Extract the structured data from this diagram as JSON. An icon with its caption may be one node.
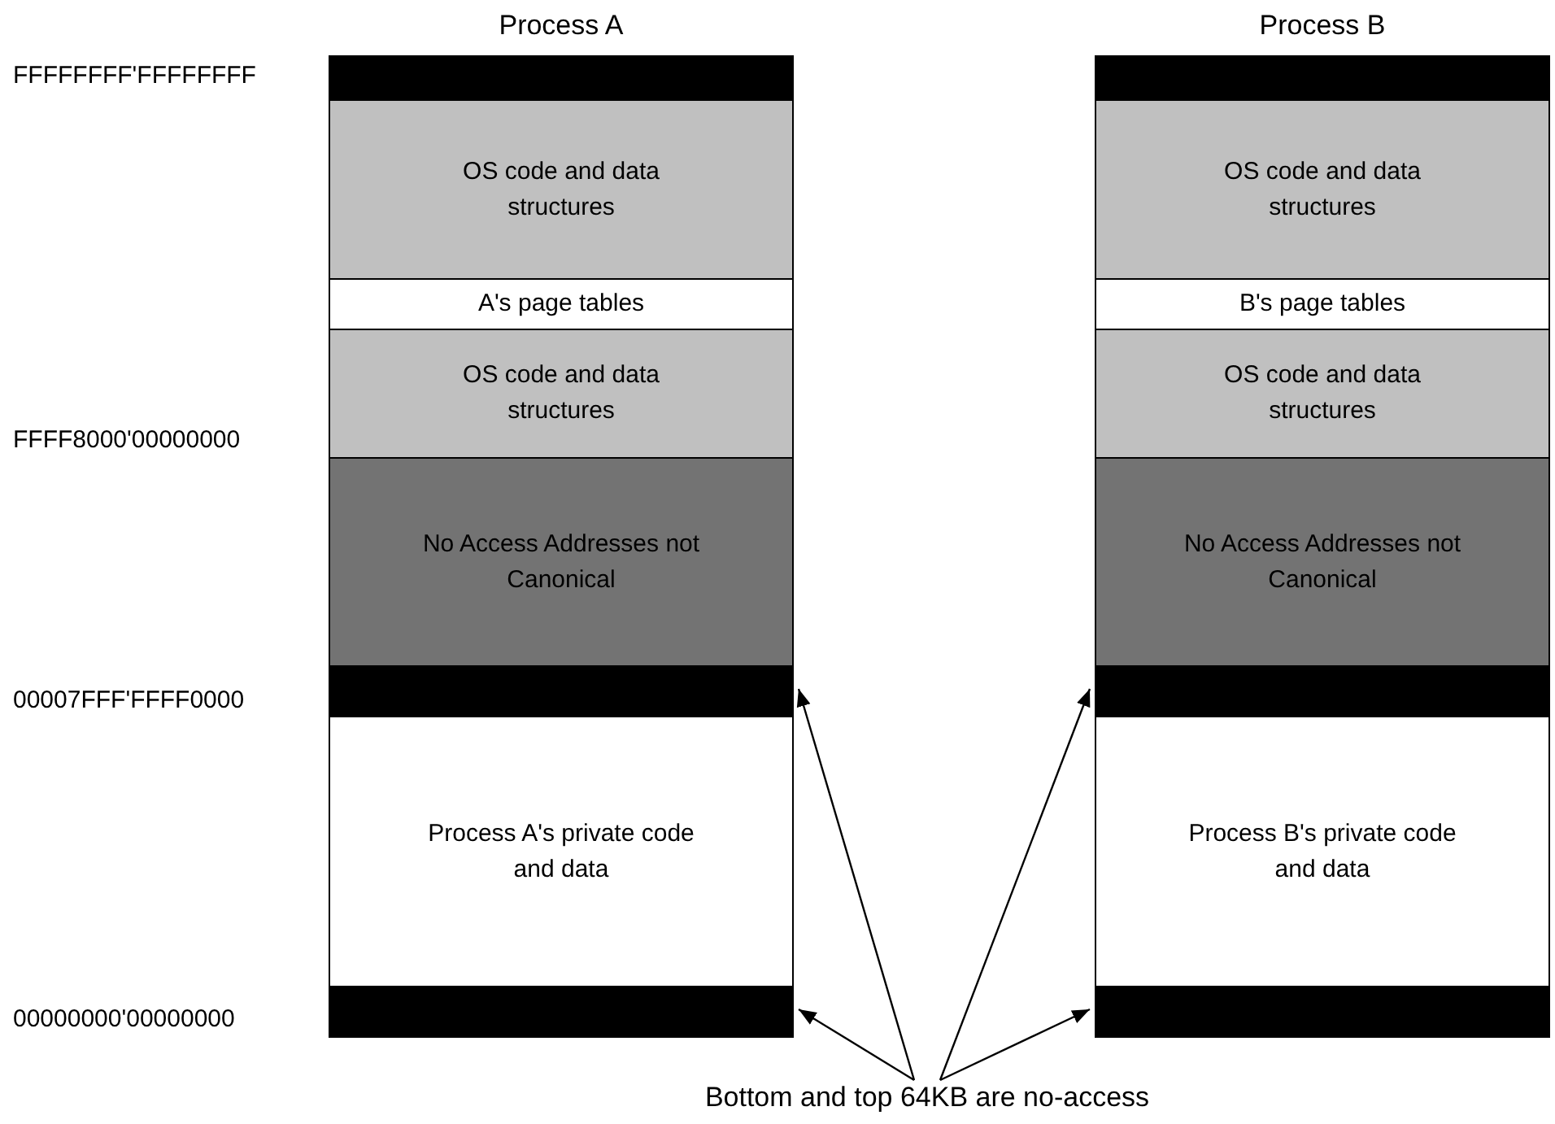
{
  "diagram": {
    "nodes": [
      {
        "text": [
          "Process A"
        ]
      },
      {
        "text": [],
        "shape": "bar",
        "in": 0
      },
      {
        "text": [
          "OS code and data structures"
        ],
        "in": 0
      },
      {
        "text": [
          "A's page tables"
        ],
        "in": 0
      },
      {
        "text": [
          "OS code and data structures"
        ],
        "in": 0
      },
      {
        "text": [
          "No Access Addresses not Canonical"
        ],
        "in": 0
      },
      {
        "text": [],
        "shape": "bar",
        "in": 0
      },
      {
        "text": [
          "Process A's private code and data"
        ],
        "in": 0
      },
      {
        "text": [],
        "shape": "bar",
        "in": 0
      },
      {
        "text": [
          "Process B"
        ]
      },
      {
        "text": [],
        "shape": "bar",
        "in": 9
      },
      {
        "text": [
          "OS code and data structures"
        ],
        "in": 9
      },
      {
        "text": [
          "B's page tables"
        ],
        "in": 9
      },
      {
        "text": [
          "OS code and data structures"
        ],
        "in": 9
      },
      {
        "text": [
          "No Access Addresses not Canonical"
        ],
        "in": 9
      },
      {
        "text": [],
        "shape": "bar",
        "in": 9
      },
      {
        "text": [
          "Process B's private code and data"
        ],
        "in": 9
      },
      {
        "text": [],
        "shape": "bar",
        "in": 9
      },
      {
        "text": [
          "Bottom and top 64KB are no-access"
        ]
      }
    ],
    "edges": [
      {
        "from": 18,
        "to": 6,
        "arrow": "to"
      },
      {
        "from": 18,
        "to": 8,
        "arrow": "to"
      },
      {
        "from": 18,
        "to": 17,
        "arrow": "to"
      },
      {
        "from": 18,
        "to": 15,
        "arrow": "to"
      }
    ],
    "labels": [
      "FFFFFFFF'FFFFFFFF",
      "FFFF8000'00000000",
      "00007FFF'FFFF0000",
      "00000000'00000000"
    ]
  }
}
